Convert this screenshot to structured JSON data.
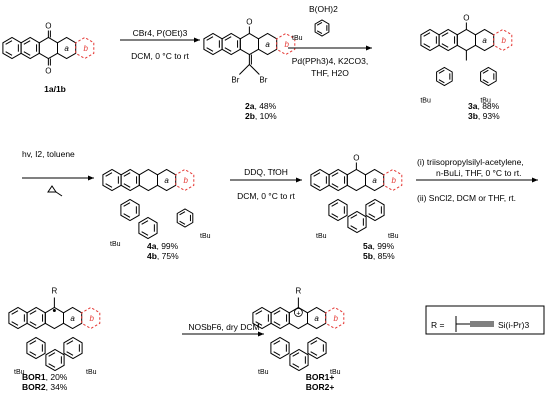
{
  "row1": {
    "start_label": "1a/1b",
    "step1": {
      "line1": "CBr4, P(OEt)3",
      "line2": "DCM, 0 °C to rt"
    },
    "cmpd2": {
      "a_label": "2a",
      "a_yield": ", 48%",
      "b_label": "2b",
      "b_yield": ", 10%"
    },
    "step2": {
      "reagent_top": "B(OH)2",
      "reagent_side": "tBu",
      "line1": "Pd(PPh3)4, K2CO3,",
      "line2": "THF, H2O"
    },
    "cmpd3": {
      "a_label": "3a",
      "a_yield": ", 88%",
      "b_label": "3b",
      "b_yield": ", 93%"
    }
  },
  "row2": {
    "step3": {
      "line1": "hv, I2, toluene"
    },
    "cmpd4": {
      "a_label": "4a",
      "a_yield": ", 99%",
      "b_label": "4b",
      "b_yield": ", 75%"
    },
    "step4": {
      "line1": "DDQ, TfOH",
      "line2": "DCM, 0 °C to rt"
    },
    "cmpd5": {
      "a_label": "5a",
      "a_yield": ", 99%",
      "b_label": "5b",
      "b_yield": ", 85%"
    },
    "step5": {
      "line1": "(i) triisopropylsilyl-acetylene,",
      "line2": "n-BuLi, THF, 0 °C to rt.",
      "line3": "(ii) SnCl2, DCM or THF, rt."
    }
  },
  "row3": {
    "step6": {
      "line1": "NOSbF6, dry DCM"
    },
    "radical": {
      "a_label": "BOR1",
      "a_yield": ", 20%",
      "b_label": "BOR2",
      "b_yield": ", 34%"
    },
    "cation": {
      "a_label": "BOR1+",
      "b_label": "BOR2+"
    },
    "r_definition": {
      "lhs": "R =",
      "rhs": "Si(i-Pr)3"
    }
  },
  "ring_labels": {
    "a": "a",
    "b": "b",
    "tbu": "tBu",
    "r": "R",
    "oxygen": "O",
    "bromine": "Br"
  },
  "colors": {
    "ring_b_dashed": "#e53935",
    "ink": "#000000"
  }
}
